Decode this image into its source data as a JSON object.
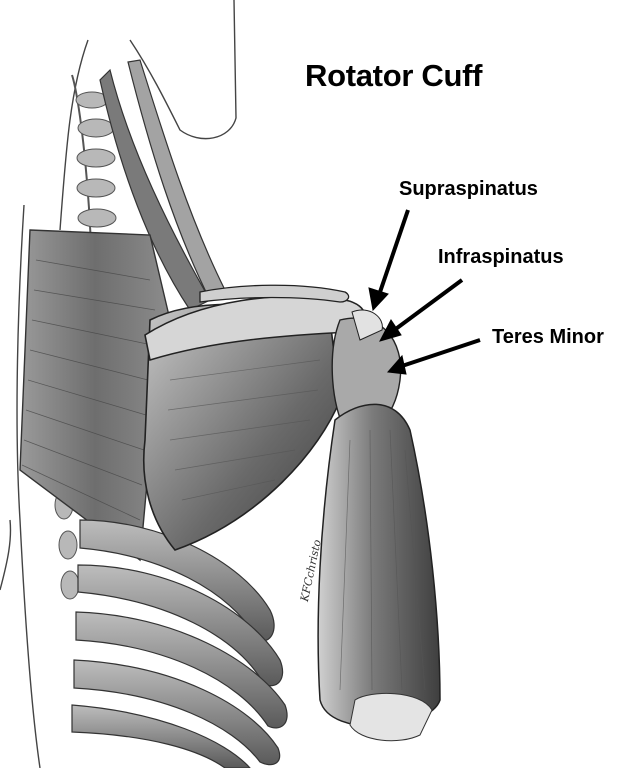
{
  "title": "Rotator Cuff",
  "labels": {
    "supraspinatus": "Supraspinatus",
    "infraspinatus": "Infraspinatus",
    "teres_minor": "Teres Minor"
  },
  "signature": "KFCchristo",
  "colors": {
    "ink": "#000000",
    "shade_dark": "#4a4a4a",
    "shade_mid": "#8a8a8a",
    "shade_light": "#c8c8c8"
  }
}
